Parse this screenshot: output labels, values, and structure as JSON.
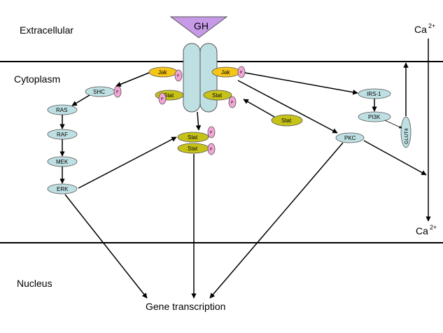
{
  "regions": {
    "extracellular": "Extracellular",
    "cytoplasm": "Cytoplasm",
    "nucleus": "Nucleus"
  },
  "ligand": "GH",
  "calcium_top": "Ca",
  "calcium_bottom": "Ca",
  "calcium_superscript": "2+",
  "nodes": {
    "jak": "Jak",
    "stat": "Stat",
    "phospho": "P",
    "shc": "SHC",
    "ras": "RAS",
    "raf": "RAF",
    "mek": "MEK",
    "erk": "ERK",
    "irs1": "IRS-1",
    "pi3k": "PI3K",
    "pkc": "PKC",
    "glut4": "GLUT4"
  },
  "output": "Gene transcription",
  "colors": {
    "ligand": "#c79ae8",
    "receptor": "#bfe0e3",
    "kinase": "#f5c518",
    "stat": "#c7c21a",
    "phospho": "#f2a6d6",
    "protein": "#bfe0e3",
    "line": "#000000"
  }
}
